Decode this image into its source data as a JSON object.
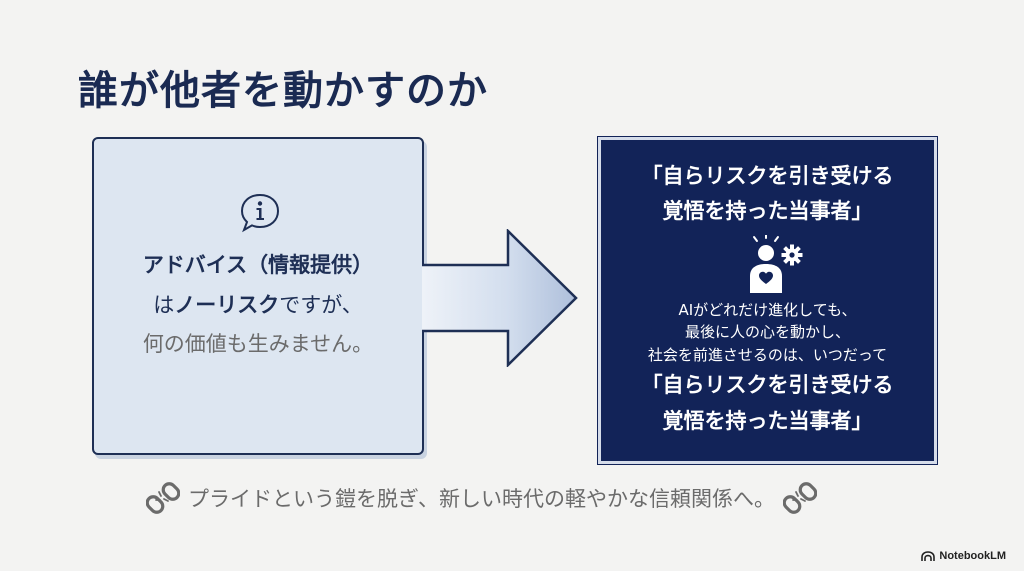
{
  "title": "誰が他者を動かすのか",
  "left_card": {
    "icon": "info-speech-bubble-icon",
    "line1": "アドバイス（情報提供）",
    "line2_prefix": "は",
    "line2_bold": "ノーリスク",
    "line2_suffix": "ですが、",
    "line3": "何の価値も生みません。"
  },
  "right_card": {
    "quote_top_line1": "「自らリスクを引き受ける",
    "quote_top_line2": "覚悟を持った当事者」",
    "icon": "person-heart-gear-icon",
    "body_line1": "AIがどれだけ進化しても、",
    "body_line2": "最後に人の心を動かし、",
    "body_line3": "社会を前進させるのは、いつだって",
    "quote_bottom_line1": "「自らリスクを引き受ける",
    "quote_bottom_line2": "覚悟を持った当事者」"
  },
  "footer": {
    "text": "プライドという鎧を脱ぎ、新しい時代の軽やかな信頼関係へ。",
    "left_icon": "broken-chain-icon",
    "right_icon": "broken-chain-icon"
  },
  "brand": "NotebookLM",
  "colors": {
    "navy": "#122358",
    "title": "#1a2a52",
    "light_card": "#dde6f1",
    "gray_text": "#6b6b6b",
    "background": "#f3f3f2"
  }
}
